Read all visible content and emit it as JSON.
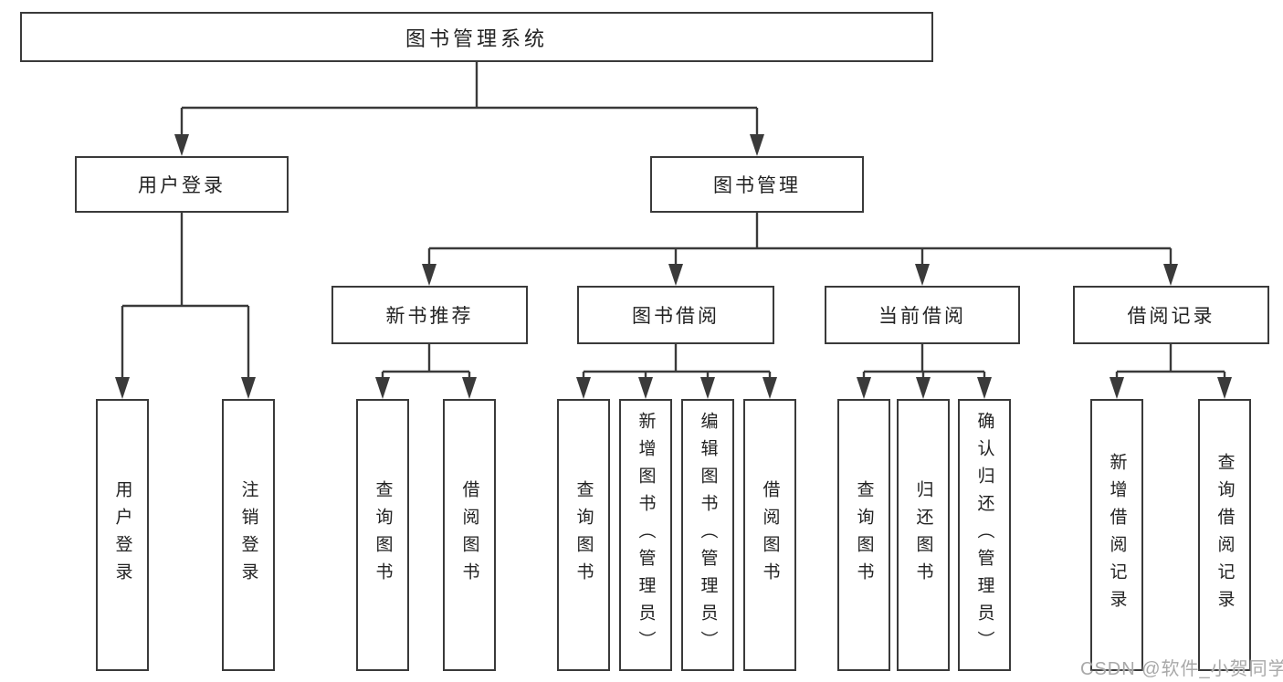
{
  "root": {
    "label": "图书管理系统"
  },
  "level2": [
    {
      "label": "用户登录"
    },
    {
      "label": "图书管理"
    }
  ],
  "level3": [
    {
      "label": "新书推荐"
    },
    {
      "label": "图书借阅"
    },
    {
      "label": "当前借阅"
    },
    {
      "label": "借阅记录"
    }
  ],
  "leaves": {
    "user_login": [
      "用户登录",
      "注销登录"
    ],
    "new_book_recommend": [
      "查询图书",
      "借阅图书"
    ],
    "book_borrow": [
      "查询图书",
      "新增图书（管理员）",
      "编辑图书（管理员）",
      "借阅图书"
    ],
    "current_borrow": [
      "查询图书",
      "归还图书",
      "确认归还（管理员）"
    ],
    "borrow_record": [
      "新增借阅记录",
      "查询借阅记录"
    ]
  },
  "watermark": "CSDN @软件_小贺同学",
  "colors": {
    "line": "#3a3a3a",
    "text": "#222222",
    "watermark": "#a9a9a9",
    "background": "#ffffff"
  }
}
